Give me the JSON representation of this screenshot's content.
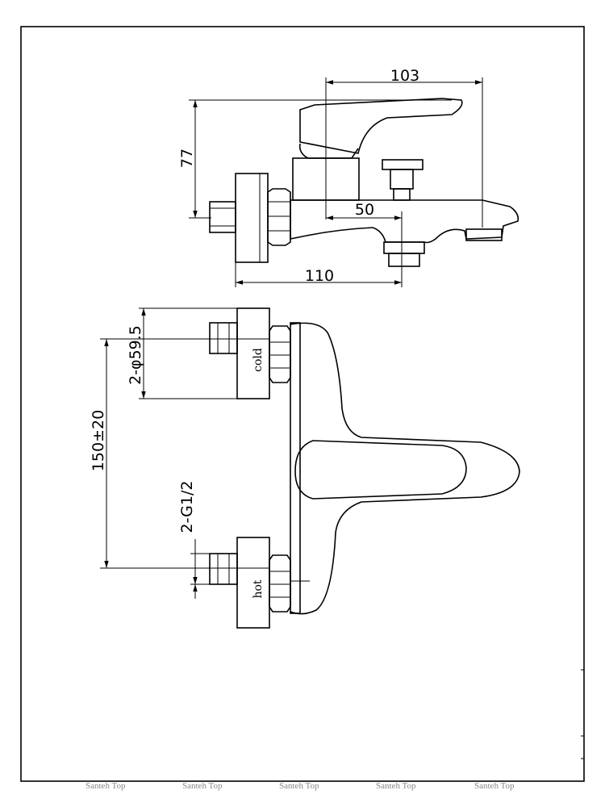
{
  "dimensions": {
    "width_top": "103",
    "height_left": "77",
    "spout_inner": "50",
    "overall_width": "110",
    "pipe_diameter": "2-φ59.5",
    "center_distance": "150±20",
    "thread": "2-G1/2"
  },
  "labels": {
    "cold": "cold",
    "hot": "hot"
  },
  "watermarks": [
    "Santeh Top",
    "Santeh Top",
    "Santeh Top",
    "Santeh Top",
    "Santeh Top"
  ]
}
